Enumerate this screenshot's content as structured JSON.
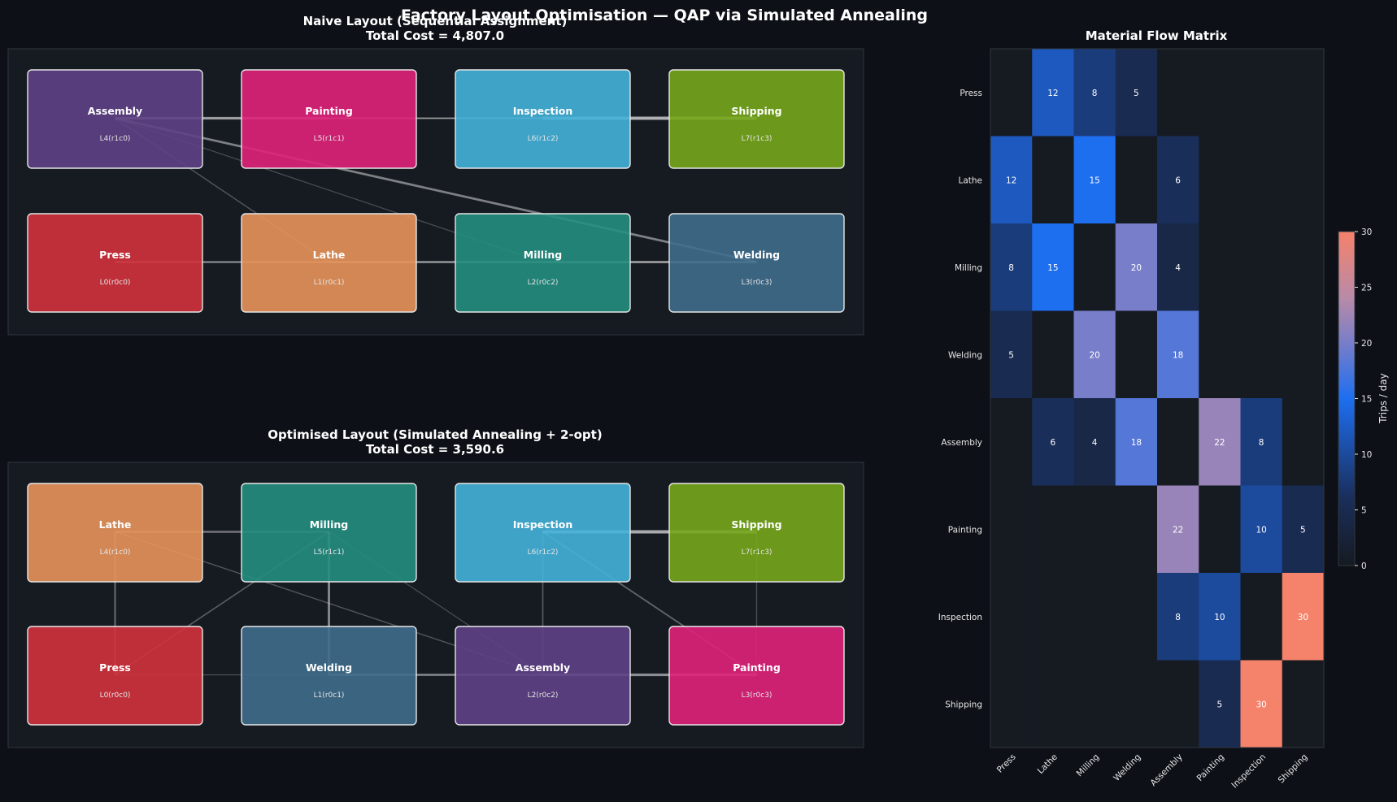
{
  "suptitle": "Factory Layout Optimisation — QAP via Simulated Annealing",
  "colors": {
    "background": "#0d1117",
    "panel": "#161b22",
    "panel_border": "#30363d"
  },
  "departments": {
    "Press": {
      "color": "#d2323d"
    },
    "Lathe": {
      "color": "#e8935a"
    },
    "Milling": {
      "color": "#238e80"
    },
    "Welding": {
      "color": "#3f6d8c"
    },
    "Assembly": {
      "color": "#5e4185"
    },
    "Painting": {
      "color": "#e0217a"
    },
    "Inspection": {
      "color": "#44b3d9"
    },
    "Shipping": {
      "color": "#76a71b"
    }
  },
  "layouts": [
    {
      "title_line1": "Naive Layout (Sequential Assignment)",
      "title_line2": "Total Cost = 4,807.0",
      "total_cost": 4807.0,
      "slots": [
        {
          "label": "L0(r0c0)",
          "dept": "Press"
        },
        {
          "label": "L1(r0c1)",
          "dept": "Lathe"
        },
        {
          "label": "L2(r0c2)",
          "dept": "Milling"
        },
        {
          "label": "L3(r0c3)",
          "dept": "Welding"
        },
        {
          "label": "L4(r1c0)",
          "dept": "Assembly"
        },
        {
          "label": "L5(r1c1)",
          "dept": "Painting"
        },
        {
          "label": "L6(r1c2)",
          "dept": "Inspection"
        },
        {
          "label": "L7(r1c3)",
          "dept": "Shipping"
        }
      ]
    },
    {
      "title_line1": "Optimised Layout (Simulated Annealing + 2-opt)",
      "title_line2": "Total Cost = 3,590.6",
      "total_cost": 3590.6,
      "slots": [
        {
          "label": "L0(r0c0)",
          "dept": "Press"
        },
        {
          "label": "L1(r0c1)",
          "dept": "Welding"
        },
        {
          "label": "L2(r0c2)",
          "dept": "Assembly"
        },
        {
          "label": "L3(r0c3)",
          "dept": "Painting"
        },
        {
          "label": "L4(r1c0)",
          "dept": "Lathe"
        },
        {
          "label": "L5(r1c1)",
          "dept": "Milling"
        },
        {
          "label": "L6(r1c2)",
          "dept": "Inspection"
        },
        {
          "label": "L7(r1c3)",
          "dept": "Shipping"
        }
      ]
    }
  ],
  "chart_data": {
    "type": "heatmap",
    "title": "Material Flow Matrix",
    "labels": [
      "Press",
      "Lathe",
      "Milling",
      "Welding",
      "Assembly",
      "Painting",
      "Inspection",
      "Shipping"
    ],
    "matrix": [
      [
        0,
        12,
        8,
        5,
        0,
        0,
        0,
        0
      ],
      [
        12,
        0,
        15,
        0,
        6,
        0,
        0,
        0
      ],
      [
        8,
        15,
        0,
        20,
        4,
        0,
        0,
        0
      ],
      [
        5,
        0,
        20,
        0,
        18,
        0,
        0,
        0
      ],
      [
        0,
        6,
        4,
        18,
        0,
        22,
        8,
        0
      ],
      [
        0,
        0,
        0,
        0,
        22,
        0,
        10,
        5
      ],
      [
        0,
        0,
        0,
        0,
        8,
        10,
        0,
        30
      ],
      [
        0,
        0,
        0,
        0,
        0,
        5,
        30,
        0
      ]
    ],
    "colorbar": {
      "label": "Trips / day",
      "min": 0,
      "max": 30,
      "ticks": [
        0,
        5,
        10,
        15,
        20,
        25,
        30
      ],
      "colormap": [
        [
          0.0,
          "#161b22"
        ],
        [
          0.2,
          "#1a2e5a"
        ],
        [
          0.5,
          "#1e6ef0"
        ],
        [
          0.67,
          "#7a7ec8"
        ],
        [
          0.8,
          "#b88aa8"
        ],
        [
          1.0,
          "#f5826a"
        ]
      ]
    }
  }
}
